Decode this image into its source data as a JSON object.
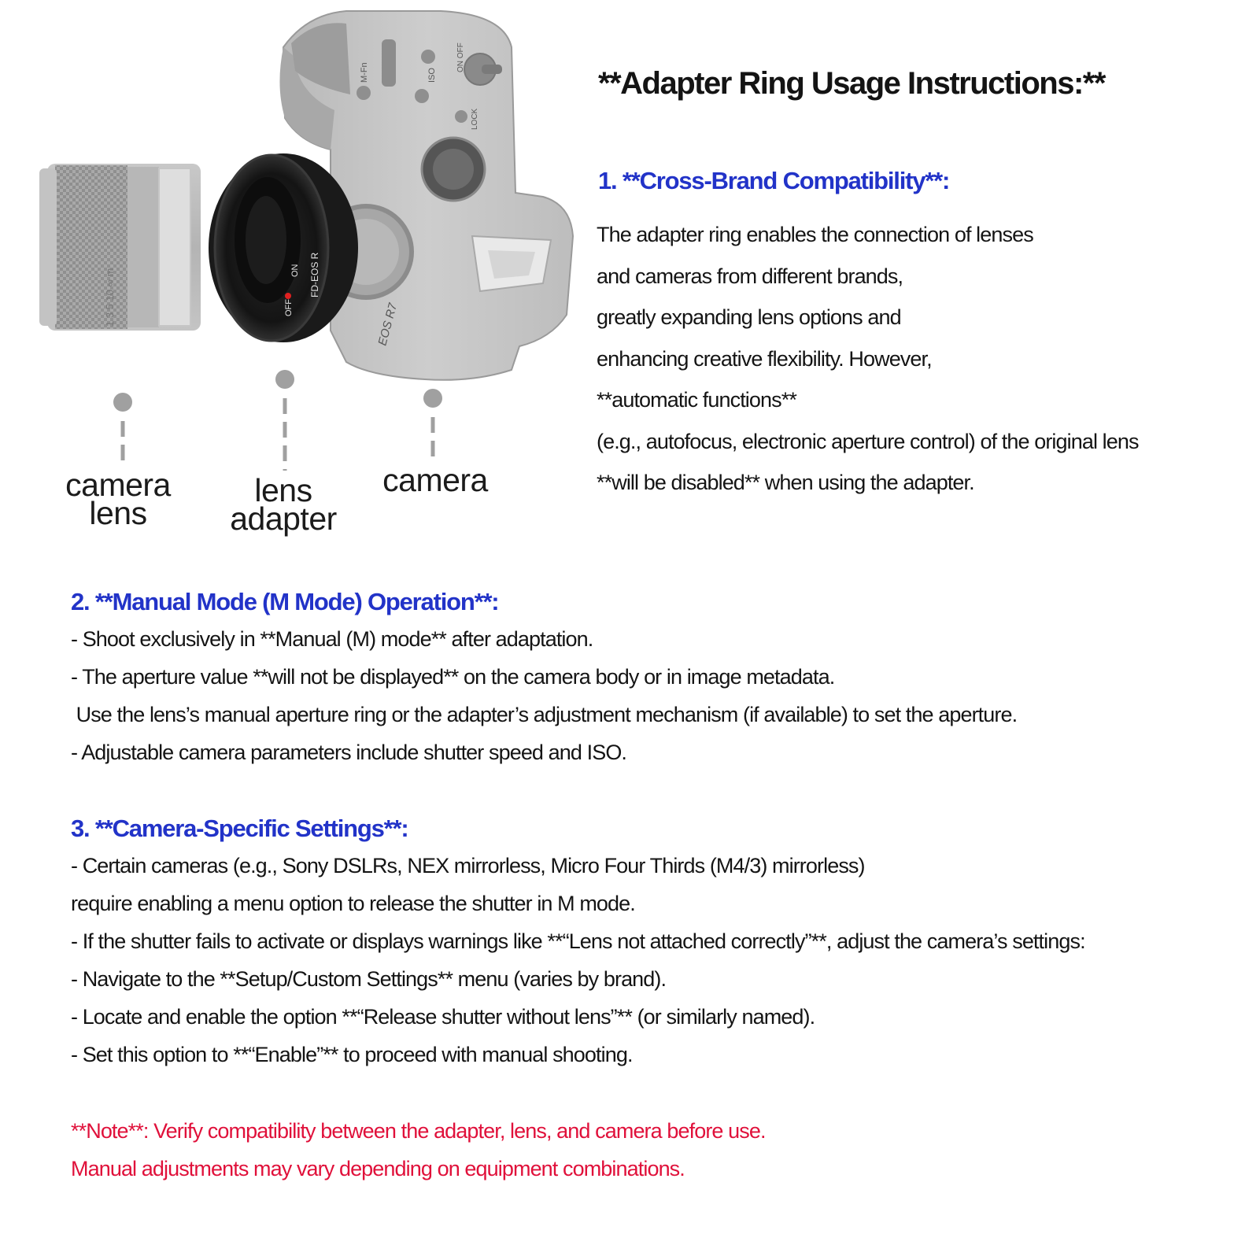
{
  "title": "**Adapter Ring Usage Instructions:**",
  "colors": {
    "heading": "#2233c8",
    "note": "#e0103a",
    "body_text": "#141414",
    "pointer": "#9e9e9e"
  },
  "illustration": {
    "labels": [
      {
        "id": "camera-lens",
        "lines": [
          "camera",
          "lens"
        ]
      },
      {
        "id": "lens-adapter",
        "lines": [
          "lens",
          "adapter"
        ]
      },
      {
        "id": "camera",
        "lines": [
          "camera"
        ]
      }
    ],
    "adapter_markings": {
      "model": "FD-EOS R",
      "on": "ON",
      "off": "OFF"
    },
    "camera_markings": {
      "model": "EOS R7",
      "lock": "LOCK",
      "iso": "ISO",
      "mfn": "M-Fn",
      "onoff": "ON OFF"
    }
  },
  "section1": {
    "heading": "1. **Cross-Brand Compatibility**:",
    "lines": [
      "The adapter ring enables the connection of lenses",
      "and cameras from different brands,",
      "greatly expanding lens options and",
      "enhancing creative flexibility. However,",
      "**automatic functions**",
      "(e.g., autofocus, electronic aperture control) of the original lens",
      "**will be disabled** when using the adapter."
    ]
  },
  "section2": {
    "heading": "2. **Manual Mode (M Mode) Operation**:",
    "lines": [
      "- Shoot exclusively in **Manual (M) mode** after adaptation.",
      "- The aperture value **will not be displayed** on the camera body or in image metadata.",
      " Use the lens’s manual aperture ring or the adapter’s adjustment mechanism (if available) to set the aperture.",
      "- Adjustable camera parameters include shutter speed and ISO."
    ]
  },
  "section3": {
    "heading": "3. **Camera-Specific Settings**:",
    "lines": [
      "- Certain cameras (e.g., Sony DSLRs, NEX mirrorless, Micro Four Thirds (M4/3) mirrorless)",
      "require enabling a menu option to release the shutter in M mode.",
      "- If the shutter fails to activate or displays warnings like **“Lens not attached correctly”**, adjust the camera’s settings:",
      "- Navigate to the **Setup/Custom Settings** menu (varies by brand).",
      "- Locate and enable the option **“Release shutter without lens”** (or similarly named).",
      "- Set this option to **“Enable”** to proceed with manual shooting."
    ]
  },
  "note": {
    "lines": [
      "**Note**: Verify compatibility between the adapter, lens, and camera before use.",
      "Manual adjustments may vary depending on equipment combinations."
    ]
  }
}
